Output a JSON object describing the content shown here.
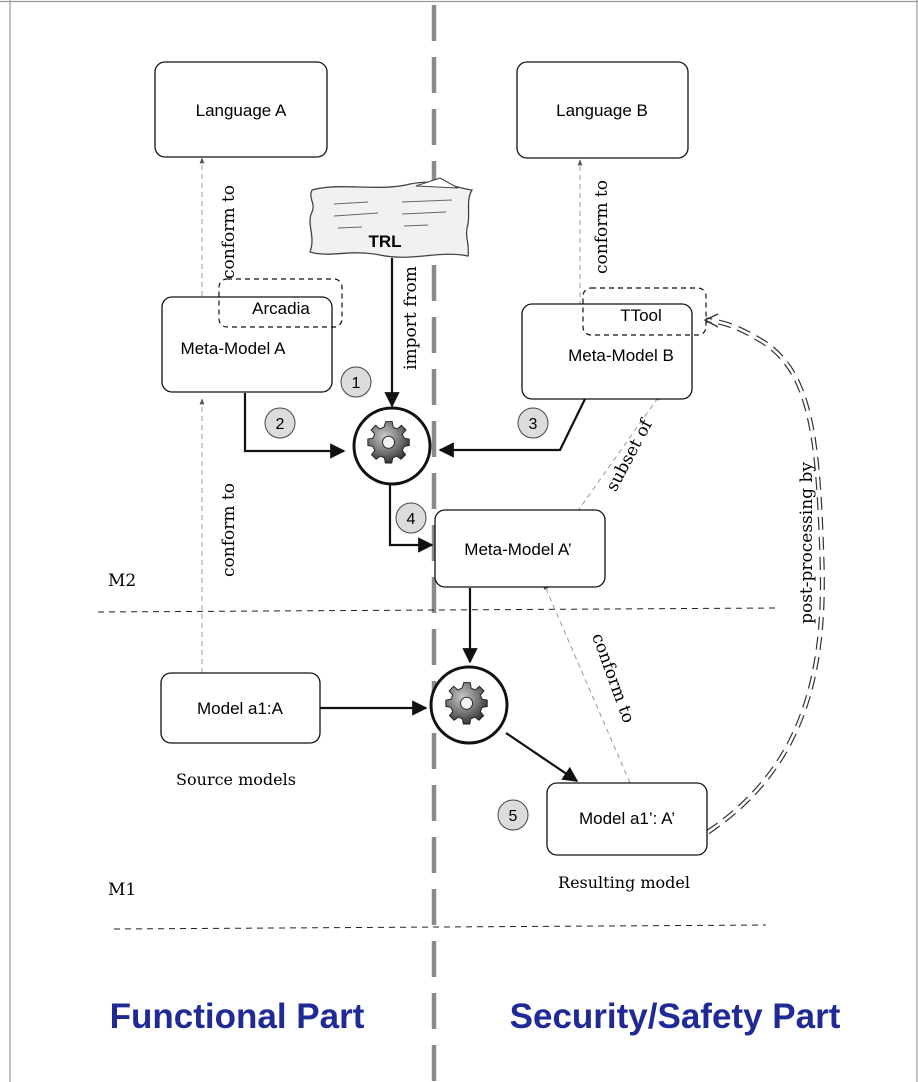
{
  "boxes": {
    "language_a": "Language A",
    "language_b": "Language B",
    "meta_model_a": "Meta-Model A",
    "meta_model_b": "Meta-Model B",
    "meta_model_a_prime": "Meta-Model A’",
    "model_a1": "Model a1:A",
    "model_a1_prime": "Model a1’: A’",
    "arcadia": "Arcadia",
    "ttool": "TTool",
    "trl": "TRL"
  },
  "labels": {
    "conform_to_a_top": "conform to",
    "conform_to_b_top": "conform to",
    "conform_to_a_bottom": "conform to",
    "conform_to_a_prime": "conform to",
    "import_from": "import from",
    "subset_of": "subset of",
    "post_processing_by": "post-processing by",
    "m2": "M2",
    "m1": "M1",
    "source_models": "Source models",
    "resulting_model": "Resulting model"
  },
  "steps": [
    "1",
    "2",
    "3",
    "4",
    "5"
  ],
  "parts": {
    "functional": "Functional Part",
    "security": "Security/Safety Part"
  },
  "colors": {
    "part_title": "#1f2a96",
    "divider": "#8a8a8a",
    "step_fill": "#dcdcdc"
  },
  "icons": {
    "gear": "gear-icon",
    "document": "document-icon"
  }
}
